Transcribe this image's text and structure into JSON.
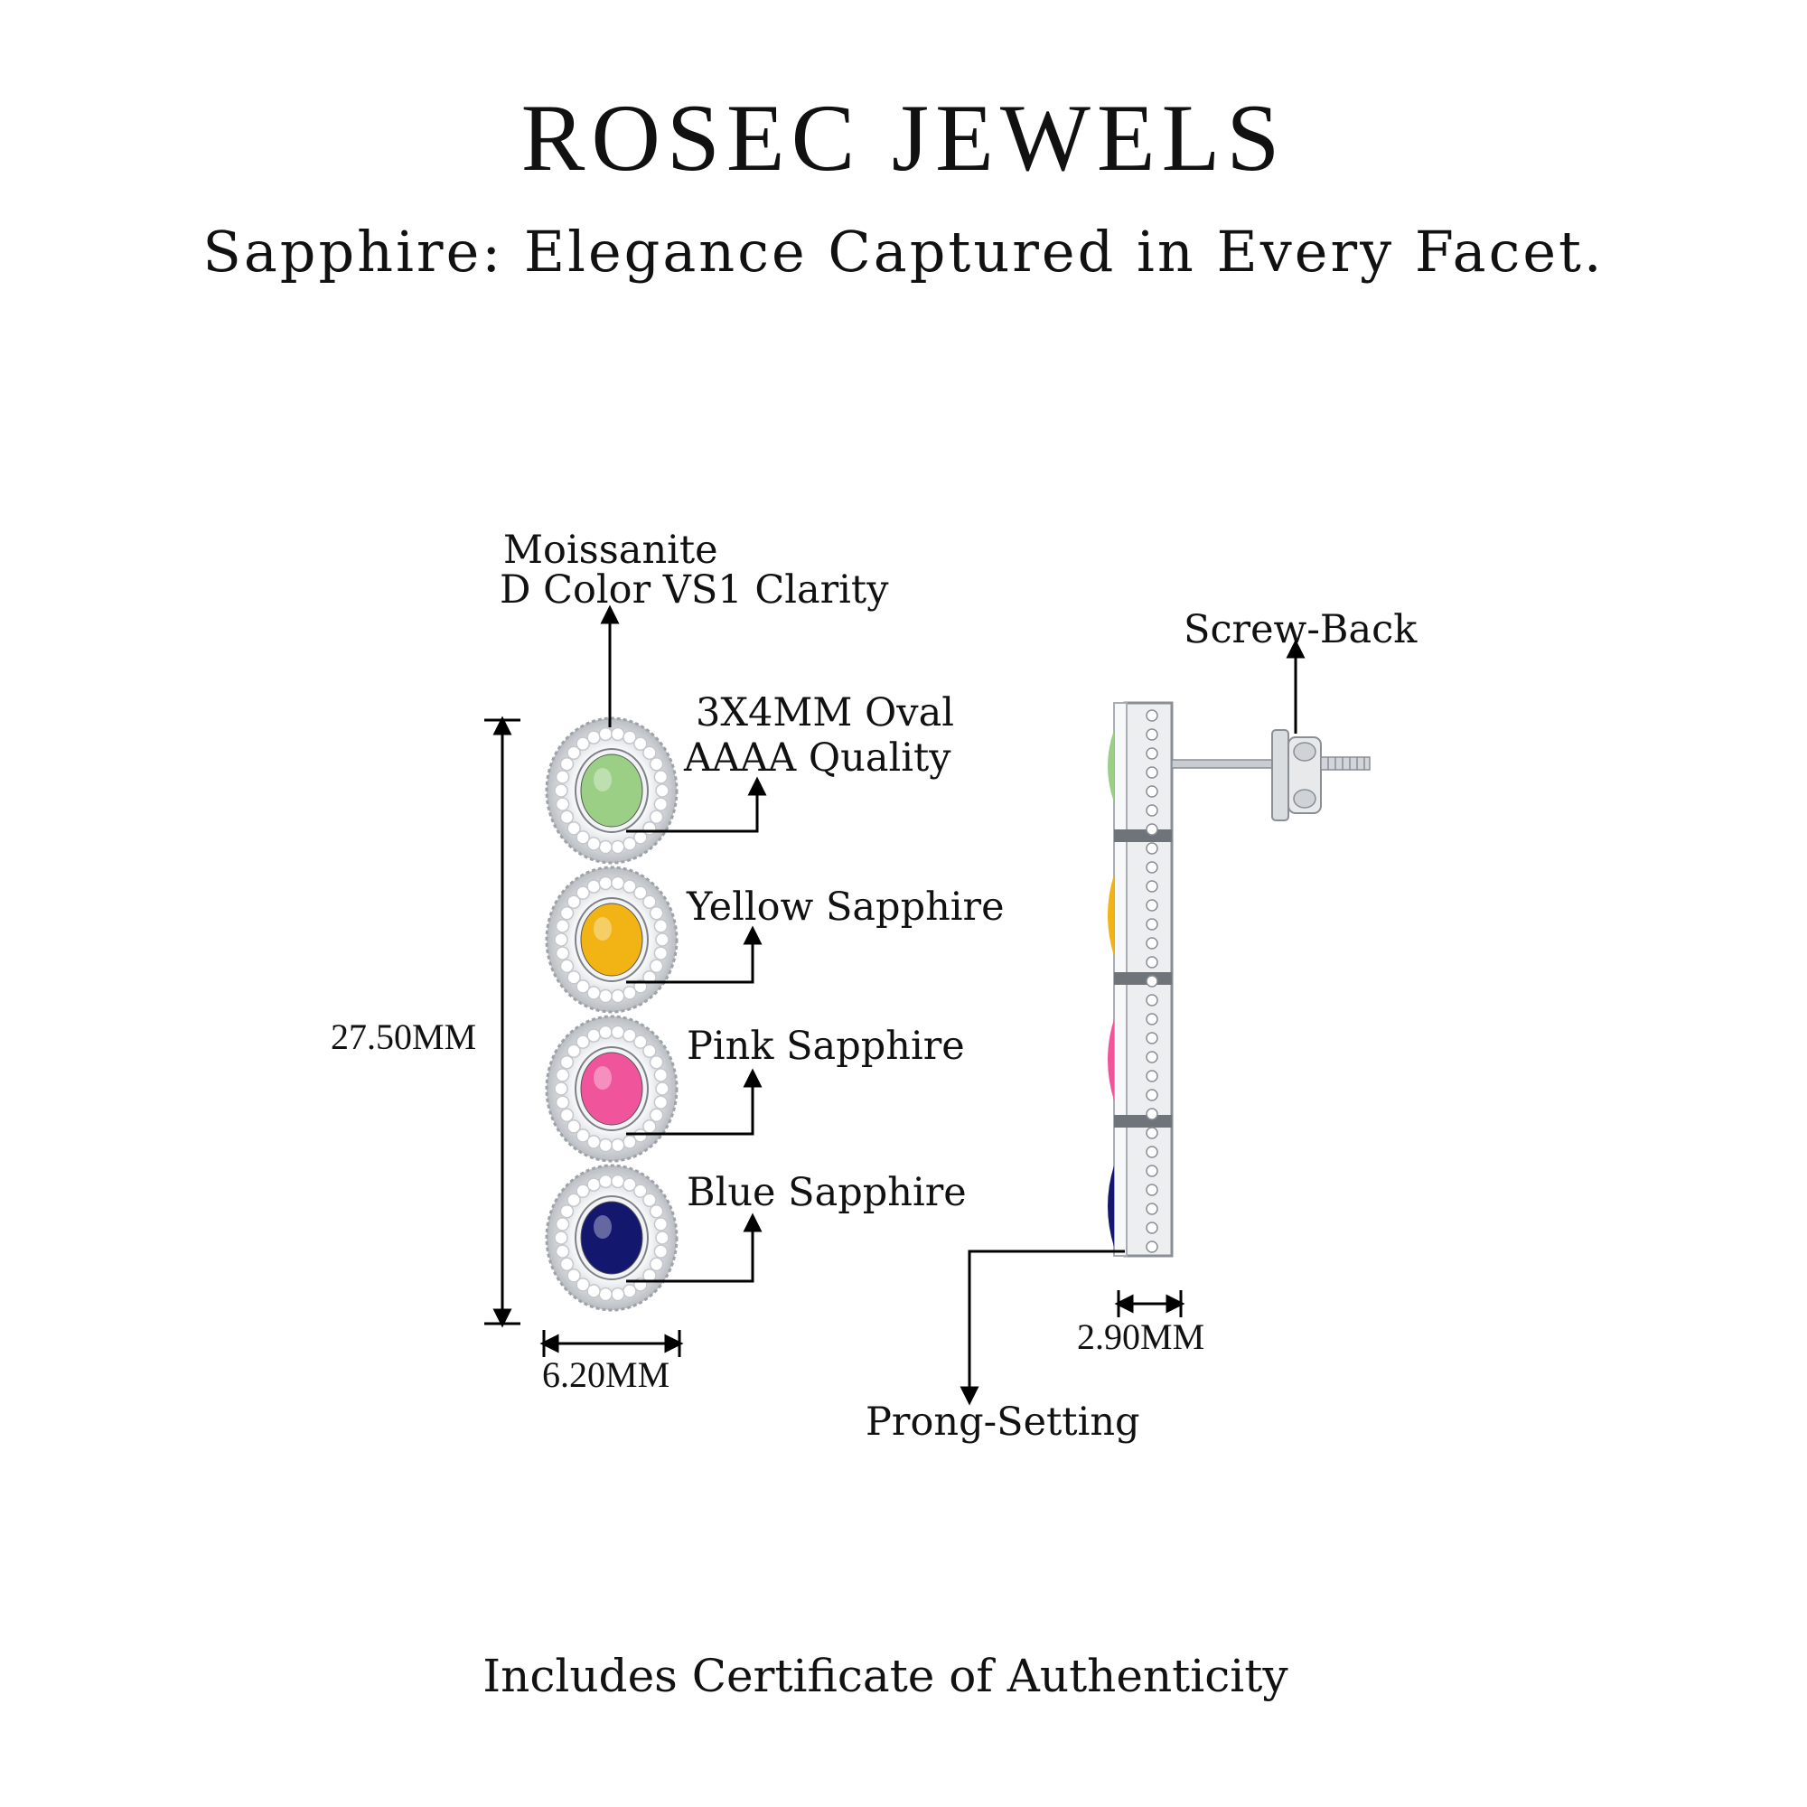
{
  "header": {
    "brand": "ROSEC JEWELS",
    "tagline": "Sapphire: Elegance Captured in Every Facet."
  },
  "front_view": {
    "labels": {
      "moissanite_line1": "Moissanite",
      "moissanite_line2": "D Color VS1 Clarity",
      "oval_line1": "3X4MM Oval",
      "oval_line2": "AAAA Quality",
      "yellow": "Yellow Sapphire",
      "pink": "Pink Sapphire",
      "blue": "Blue Sapphire"
    },
    "height": "27.50MM",
    "width": "6.20MM",
    "stones": [
      {
        "name": "green-sapphire",
        "color": "#9ccf86"
      },
      {
        "name": "yellow-sapphire",
        "color": "#f2b415"
      },
      {
        "name": "pink-sapphire",
        "color": "#f0559c"
      },
      {
        "name": "blue-sapphire",
        "color": "#13186e"
      }
    ]
  },
  "side_view": {
    "screw_back": "Screw-Back",
    "thickness": "2.90MM",
    "prong_setting": "Prong-Setting"
  },
  "footer": {
    "certificate": "Includes Certificate of Authenticity"
  },
  "colors": {
    "metal": "#d9dce0",
    "metal_dark": "#9ea3a9",
    "line": "#000000"
  }
}
